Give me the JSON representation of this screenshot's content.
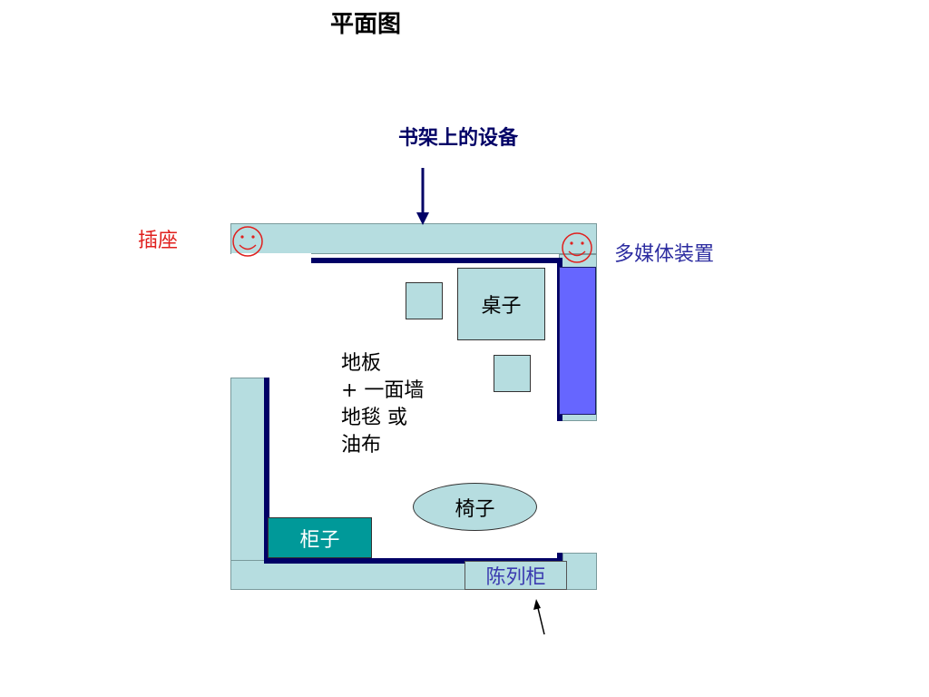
{
  "title": "平面图",
  "labels": {
    "bookshelf_devices": "书架上的设备",
    "socket": "插座",
    "multimedia": "多媒体装置",
    "desk": "桌子",
    "chair": "椅子",
    "cabinet": "柜子",
    "display_cabinet": "陈列柜"
  },
  "floor_text": [
    "地板",
    "+ 一面墙",
    "地毯 或",
    "油布"
  ],
  "colors": {
    "wall_fill": "#b6dde0",
    "wall_line": "#000066",
    "media_device": "#6666ff",
    "cabinet": "#009999",
    "smiley": "#e0201e",
    "title_blue": "#000066"
  },
  "icons": [
    "smiley-icon",
    "smiley-icon",
    "down-arrow-icon",
    "pointer-arrow-icon"
  ]
}
